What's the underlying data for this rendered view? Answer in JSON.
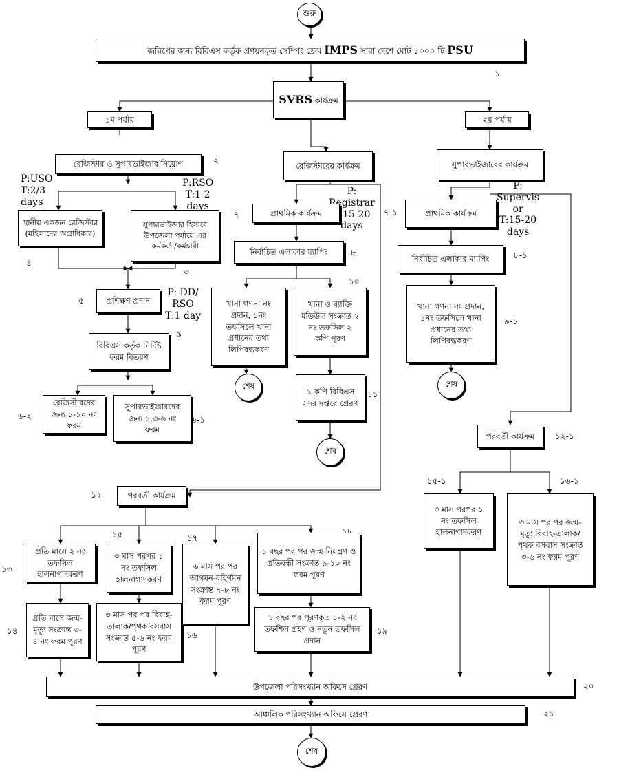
{
  "start_label": "শুরু",
  "end_label": "শেষ",
  "step1": {
    "text_part1": "জরিপের জন্য বিবিএস কর্তৃক প্রণয়নকৃত সেম্পিং ফ্রেম",
    "text_imps": "IMPS",
    "text_part2": "সারা দেশে মোট ১০০০ টি",
    "text_psu": "PSU",
    "num": "১"
  },
  "svrs": {
    "latin": "SVRS",
    "bn": "কার্যক্রম"
  },
  "phase1": "১ম পর্যায়",
  "phase2": "২য় পর্যায়",
  "left": {
    "appointment": "রেজিস্টার ও সুপারভাইজার নিয়োগ",
    "appointment_num": "২",
    "uso": "P:USO\nT:2/3\ndays",
    "rso": "P:RSO\nT:1-2\ndays",
    "local_registrar": "স্থানীয় একজন রেজিস্টার\n(মহিলাদের অগ্রাধিকার)",
    "local_registrar_num": "৪",
    "supervisor_official": "সুপারভাইজার হিসাবে\nউপজেলা পর্যায়ে এর\nকর্মকর্তা/কর্মচারী",
    "supervisor_official_num": "৩",
    "training": "প্রশিক্ষণ প্রদান",
    "training_num": "৫",
    "dd": "P: DD/\nRSO\nT:1 day",
    "form_dist": "বিবিএস কর্তৃক নির্দিষ্ট\nফরম বিতরণ",
    "form_dist_num": "৯",
    "reg_forms": "রেজিস্টারদের\nজন্য ১-১০ নং\nফরম",
    "reg_forms_num": "৬-২",
    "sup_forms": "সুপারভাইজারদের\nজন্য ১,৩-৬ নং\nফরম",
    "sup_forms_num": "৬-১"
  },
  "mid": {
    "registrar_prog": "রেজিস্টারের কার্যক্রম",
    "registrar_p": "P:\nRegistrar\nT:15-20\ndays",
    "primary": "প্রাথমিক কার্যক্রম",
    "primary_num": "৭",
    "primary_num2": "৭-১",
    "mapping": "নির্বাচিত এলাকার ম্যাপিং",
    "mapping_num": "৮",
    "num10": "১০",
    "household_list": "খানা গণনা নং\nপ্রদান, ১নং\nতফসিলে খানা\nপ্রধানের তথ্য\nলিপিবদ্ধকরণ",
    "module_fill": "খানা ও ব্যাক্তি\nমডিউল সংক্রান্ত ২\nনং তফসিল ২\nকপি পূরণ",
    "send_hq": "১ কপি বিবিএস\nসদর দপ্তরে প্রেরণ",
    "send_hq_num": "১১"
  },
  "right": {
    "supervisor_prog": "সুপারভাইজারের কার্যক্রম",
    "supervisor_p": "P:\nSupervis\nor\nT:15-20\ndays",
    "primary": "প্রাথমিক কার্যক্রম",
    "mapping": "নির্বাচিত এলাকার ম্যাপিং",
    "mapping_num": "৮-১",
    "household_list": "খানা গণনা নং প্রদান,\n১নং তফসিলে খানা\nপ্রধানের তথ্য\nলিপিবদ্ধকরণ",
    "household_num": "৯-১",
    "next_prog": "পরবর্তী কার্যক্রম",
    "next_num": "১২-১",
    "num15": "১৫-১",
    "num16": "১৬-১",
    "update3": "৩ মাস পরপর ১\nনং তফসিল\nহালনাগাদকরণ",
    "vital3": "৩ মাস পর পর জন্ম-\nমৃত্যু,বিবাহ-তালাক/\nপৃথক বসবাস সংক্রান্ত\n৩-৬ নং ফরম পূরণ"
  },
  "bottom": {
    "next_prog": "পরবর্তী কার্যক্রম",
    "next_num": "১২",
    "monthly_update": "প্রতি মাসে ২ নং\nতফসিল\nহালনাগাদকরণ",
    "num13": "১৩",
    "monthly_vital": "প্রতি মাসে জন্ম-\nমৃত্যু সংক্রান্ত ৩-\n৪ নং ফরম পূরণ",
    "num14": "১৪",
    "num15": "১৫",
    "q_update": "৩ মাস পরপর ১\nনং তফসিল\nহালনাগাদকরণ",
    "q_marriage": "৩ মাস পর পর বিবাহ-\nতালাক/পৃথক বসবাস\nসংক্রান্ত ৫-৬ নং ফরম\nপূরণ",
    "num16": "১৬",
    "num17": "১৭",
    "migration": "৬ মাস পর পর\nআগমন-বহির্গমন\nসংক্রান্ত ৭-৮ নং\nফরম পূরণ",
    "num18": "১৮",
    "yearly_fp": "১ বছর পর পর জন্ম নিয়ন্ত্রণ ও\nপ্রতিবন্ধী সংক্রান্ত ৯-১০ নং\nফরম পূরণ",
    "yearly_new": "১ বছর পর পূরণকৃত ১-২ নং\nতফশিল গ্রহণ ও নতুন তফসিল\nপ্রদান",
    "num19": "১৯",
    "upazila": "উপজেলা পরিসংখ্যান অফিসে প্রেরণ",
    "num20": "২০",
    "regional": "আঞ্চলিক পরিসংখ্যান অফিসে প্রেরণ",
    "num21": "২১"
  }
}
